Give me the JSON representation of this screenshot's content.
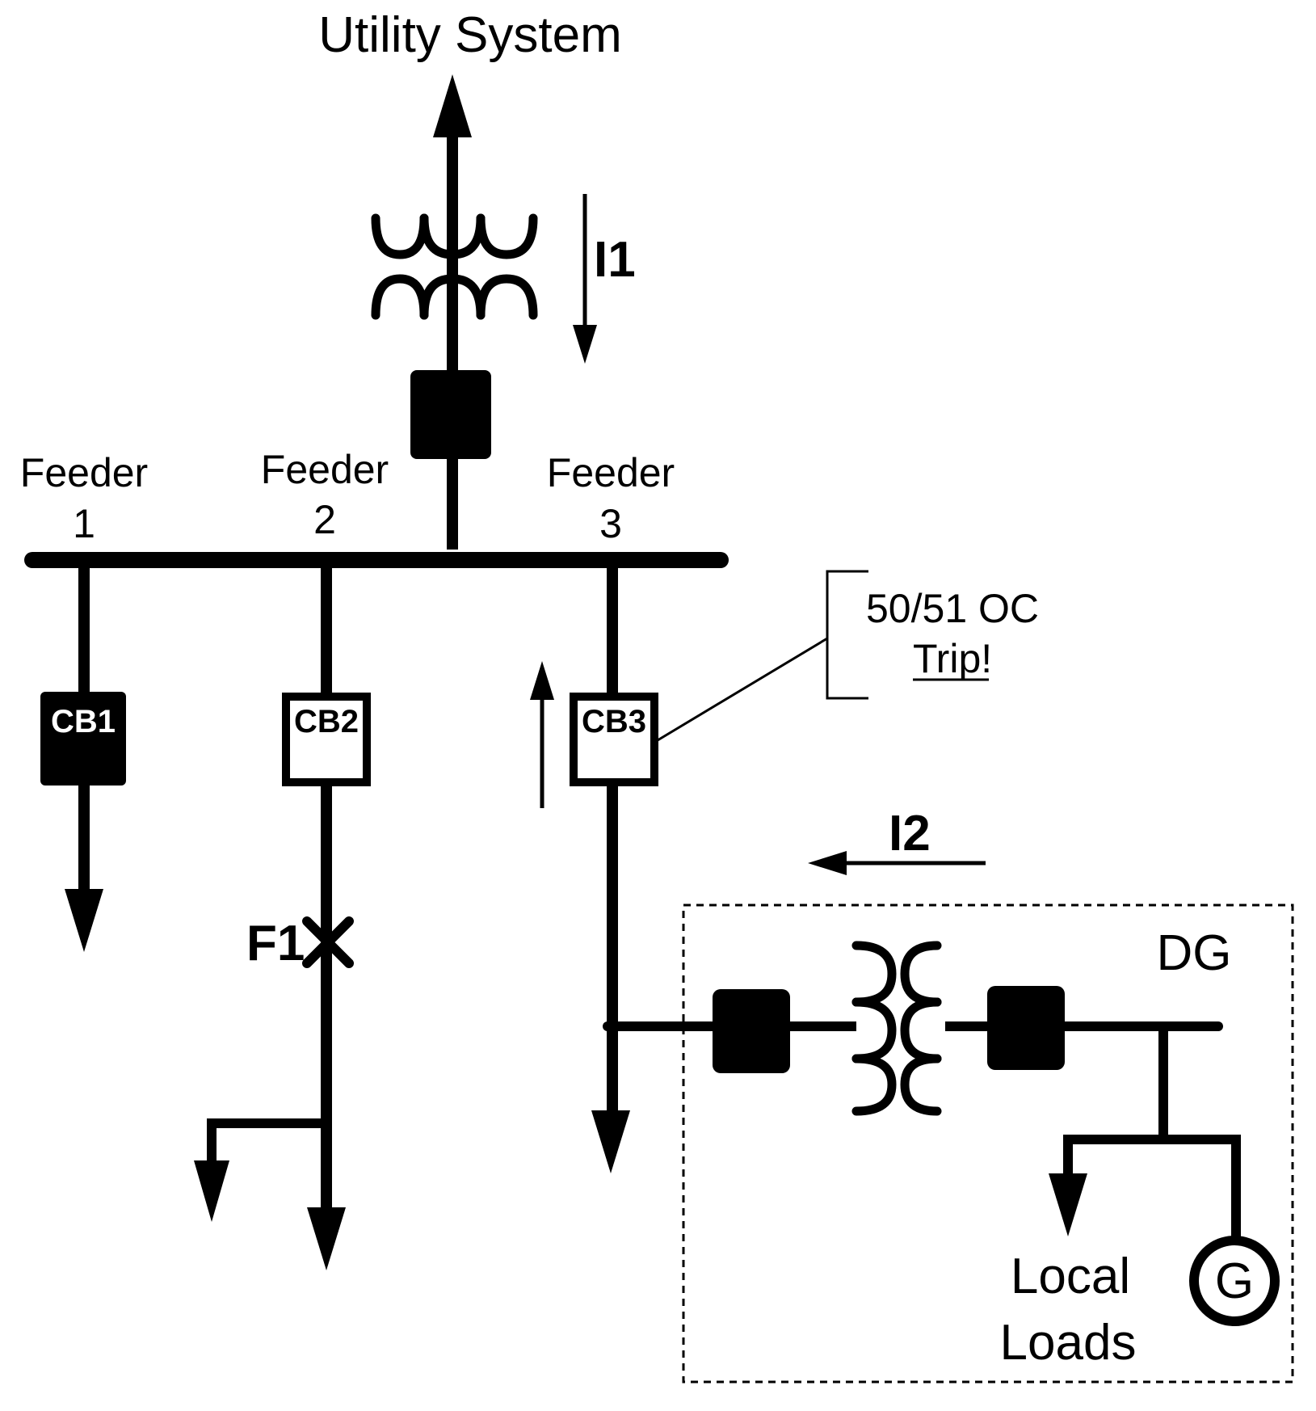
{
  "title": "Utility System",
  "feeders": [
    {
      "line1": "Feeder",
      "line2": "1"
    },
    {
      "line1": "Feeder",
      "line2": "2"
    },
    {
      "line1": "Feeder",
      "line2": "3"
    }
  ],
  "breakers": {
    "cb1": "CB1",
    "cb2": "CB2",
    "cb3": "CB3"
  },
  "currents": {
    "i1": "I1",
    "i2": "I2"
  },
  "relay": {
    "label": "50/51 OC",
    "status": "Trip!"
  },
  "fault": {
    "label": "F1"
  },
  "dg": {
    "label": "DG",
    "generator": "G",
    "loads_line1": "Local",
    "loads_line2": "Loads"
  }
}
